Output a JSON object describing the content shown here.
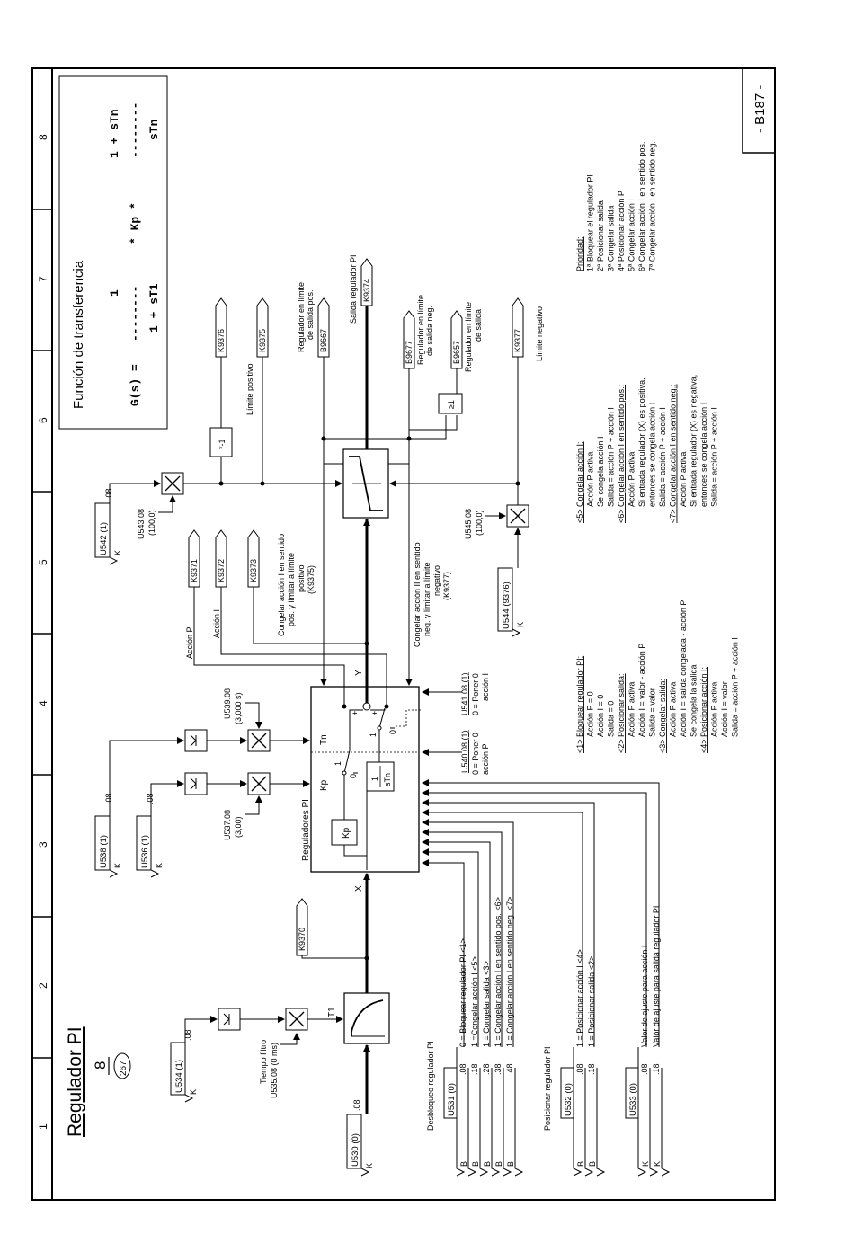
{
  "page": {
    "title": "Regulador PI",
    "sheet_number": "8",
    "sheet_ref": "267",
    "page_id": "- B187 -",
    "column_numbers": [
      "1",
      "2",
      "3",
      "4",
      "5",
      "6",
      "7",
      "8"
    ]
  },
  "transfer_function": {
    "heading": "Función de transferencia",
    "lhs": "G(s) =",
    "num1": "1",
    "bar1": "--------",
    "den1": "1 + sT1",
    "kp": "* Kp *",
    "num2": "1 + sTn",
    "bar2": "--------",
    "den2": "sTn"
  },
  "inputs": {
    "u530": {
      "param": "U530 (0)",
      "index": ".08",
      "type": "K"
    },
    "u534": {
      "param": "U534 (1)",
      "index": ".08",
      "type": "K"
    },
    "u535": {
      "label": "Tiempo filtro",
      "param": "U535.08 (0 ms)"
    },
    "u538": {
      "param": "U538 (1)",
      "index": ".08",
      "type": "K"
    },
    "u536": {
      "param": "U536 (1)",
      "index": ".08",
      "type": "K"
    },
    "u539": {
      "param": "U539.08",
      "value": "(3,000 s)"
    },
    "u537": {
      "param": "U537.08",
      "value": "(3,00)"
    },
    "u542": {
      "param": "U542 (1)",
      "index": ".08",
      "type": "K"
    },
    "u543": {
      "param": "U543.08",
      "value": "(100,0)"
    },
    "u544": {
      "param": "U544 (9376)",
      "type": "K"
    },
    "u545": {
      "param": "U545.08",
      "value": "(100,0)"
    },
    "u540": {
      "param": "U540.08 (1)",
      "line1": "0 = Poner 0",
      "line2": "acción P"
    },
    "u541": {
      "param": "U541.08 (1)",
      "line1": "0 = Poner 0",
      "line2": "acción I"
    }
  },
  "blocks": {
    "t1": "T1",
    "x_label": "X",
    "y_label": "Y",
    "pi_label": "Reguladores PI",
    "kp": "Kp",
    "kp_label": "Kp",
    "tn_label": "Tn",
    "integrator_num": "1",
    "integrator_den": "sTn",
    "neg1": "*-1",
    "or_gate": "≥1",
    "zero": "0",
    "one": "1",
    "plus": "+"
  },
  "connectors": {
    "k9370": "K9370",
    "k9371": "K9371",
    "k9372": "K9372",
    "k9373": "K9373",
    "k9374": "K9374",
    "k9375": "K9375",
    "k9376": "K9376",
    "k9377": "K9377",
    "b9667": "B9667",
    "b9677": "B9677",
    "b9657": "B9657"
  },
  "labels": {
    "accion_p": "Acción P",
    "accion_i": "Acción I",
    "congelar_pos": [
      "Congelar acción I en sentido",
      "pos. y limitar a límite",
      "positivo",
      "(K9375)"
    ],
    "congelar_neg": [
      "Congelar acción II en sentido",
      "neg. y limitar a límite",
      "negativo",
      "(K9377)"
    ],
    "limite_positivo": "Límite positivo",
    "limite_negativo": "Límite negativo",
    "salida": "Salida regulador PI",
    "lim_pos": [
      "Regulador en límite",
      "de salida pos."
    ],
    "lim_neg": [
      "Regulador en límite",
      "de salida neg."
    ],
    "lim_salida": [
      "Regulador en límite",
      "de salida"
    ]
  },
  "desbloqueo": {
    "title": "Desbloqueo regulador PI",
    "param": "U531 (0)",
    "rows": [
      {
        "index": ".08",
        "type": "B",
        "text": "0 = Bloquear regulador PI <1>"
      },
      {
        "index": ".18",
        "type": "B",
        "text": "1 =Congelar acción I <5>"
      },
      {
        "index": ".28",
        "type": "B",
        "text": "1 = Congelar salida <3>"
      },
      {
        "index": ".38",
        "type": "B",
        "text": "1 = Congelar acción I en sentido pos. <6>"
      },
      {
        "index": ".48",
        "type": "B",
        "text": "1 = Congelar acción I en sentido neg. <7>"
      }
    ]
  },
  "posicionar": {
    "title": "Posicionar regulador PI",
    "param": "U532 (0)",
    "rows": [
      {
        "index": ".08",
        "type": "B",
        "text": "1 = Posicionar acción I <4>"
      },
      {
        "index": ".18",
        "type": "B",
        "text": "1 = Posicionar salida <2>"
      }
    ]
  },
  "valores": {
    "param": "U533 (0)",
    "rows": [
      {
        "index": ".08",
        "type": "K",
        "text": "Valor de ajuste para acción I"
      },
      {
        "index": ".18",
        "type": "K",
        "text": "Valor de ajuste para salida regulador PI"
      }
    ]
  },
  "notes_col1": [
    {
      "text": "<1>  Bloquear regulador PI:",
      "underline": true
    },
    {
      "text": "Acción P = 0"
    },
    {
      "text": "Acción I   = 0"
    },
    {
      "text": "Salida   = 0"
    },
    {
      "text": "<2>  Posicionar salida:",
      "underline": true
    },
    {
      "text": "Acción P activa"
    },
    {
      "text": "Acción I = valor - acción P"
    },
    {
      "text": "Salida  = valor"
    },
    {
      "text": "<3>  Congelar salida:",
      "underline": true
    },
    {
      "text": "Acción P activa"
    },
    {
      "text": "Acción I = salida congelada - acción  P"
    },
    {
      "text": "Se congela la salida"
    },
    {
      "text": "<4>  Posicionar acción I:",
      "underline": true
    },
    {
      "text": "Acción P activa"
    },
    {
      "text": "Acción I  = valor"
    },
    {
      "text": "Salida   = acción P + acción I"
    }
  ],
  "notes_col2": [
    {
      "text": "<5>  Congelar acción I:",
      "underline": true
    },
    {
      "text": "Acción P activa"
    },
    {
      "text": "Se congela acción I"
    },
    {
      "text": "Salida = acción P + acción I"
    },
    {
      "text": "<6>  Congelar acción I en sentido pos.:",
      "underline": true
    },
    {
      "text": "Acción P activa"
    },
    {
      "text": "Si entrada regulador (X)  es positiva,"
    },
    {
      "text": "entonces se congela acción I"
    },
    {
      "text": "Salida  = acción P + acción I"
    },
    {
      "text": "<7>  Congelar acción I en sentido neg.:",
      "underline": true
    },
    {
      "text": "Acción P activa"
    },
    {
      "text": "Si entrada regulador (X) es negativa,"
    },
    {
      "text": "entonces se congela acción I"
    },
    {
      "text": "Salida = acción P + acción I"
    }
  ],
  "notes_col3": [
    {
      "text": "Prioridad:",
      "underline": true
    },
    {
      "text": "1ª Bloquear el regulador PI"
    },
    {
      "text": "2ª Posicionar salida"
    },
    {
      "text": "3ª Congelar salida"
    },
    {
      "text": "4ª Posicionar acción P"
    },
    {
      "text": "5ª Congelar acción I"
    },
    {
      "text": "6ª Congelar  acción I  en sentido pos."
    },
    {
      "text": "7ª Congelar acción I en sentido neg."
    }
  ]
}
